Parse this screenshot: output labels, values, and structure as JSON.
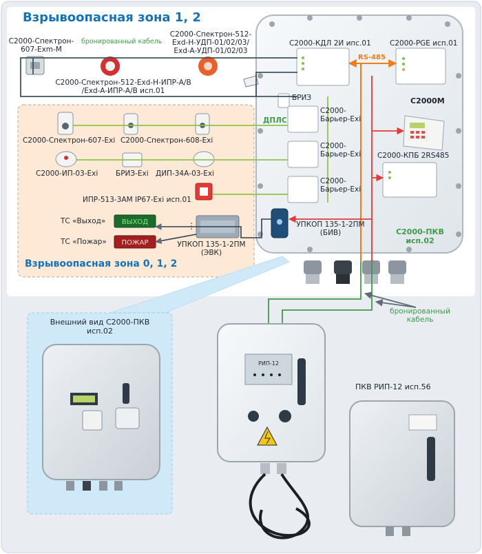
{
  "zones": {
    "top_title": "Взрывоопасная зона 1, 2",
    "bottom_title": "Взрывоопасная зона 0, 1, 2"
  },
  "devices": {
    "spektron607_m": "С2000-Спектрон-\n607-Exm-M",
    "armored_cable_top": "бронированный кабель",
    "spektron512_top": "С2000-Спектрон-512-\nExd-H-УДП-01/02/03/\nExd-A-УДП-01/02/03",
    "spektron512_mid": "С2000-Спектрон-512-Exd-H-ИПР-А/В\n/Exd-A-ИПР-А/В исп.01",
    "kdl": "С2000-КДЛ 2И ипс.01",
    "pge": "С2000-PGE исп.01",
    "rs485": "RS-485",
    "briz_top": "БРИЗ",
    "dpls": "ДПЛС",
    "barrier1": "С2000-\nБарьер-Exi",
    "barrier2": "С2000-\nБарьер-Exi",
    "barrier3": "С2000-\nБарьер-Exi",
    "c2000m": "С2000М",
    "kpb": "С2000-КПБ 2RS485",
    "spektron607_exi": "С2000-Спектрон-607-Exi",
    "spektron608_exi": "С2000-Спектрон-608-Exi",
    "ip03": "С2000-ИП-03-Exi",
    "briz_exi": "БРИЗ-Exi",
    "dip34": "ДИП-34А-03-Exi",
    "ipr513": "ИПР-513-3АМ IP67-Exi  исп.01",
    "ts_exit": "ТС «Выход»",
    "ts_fire": "ТС «Пожар»",
    "sign_exit": "ВЫХОД",
    "sign_fire": "ПОЖАР",
    "dots": "⋮",
    "upkop_biv": "УПКОП 135-1-2ПМ\n(БИВ)",
    "upkop_evk": "УПКОП 135-1-2ПМ\n(ЭВК)",
    "pkv": "С2000-ПКВ\nисп.02",
    "armored_cable_bottom": "бронированный\nкабель",
    "exterior_title": "Внешний вид С2000-ПКВ\nисп.02",
    "rip12_label": "ПКВ РИП-12 исп.56",
    "rip12_panel": "РИП-12"
  },
  "colors": {
    "title_blue": "#1473b8",
    "green_line": "#8cc63f",
    "orange": "#ef7d1a",
    "red": "#e53935",
    "dark_line": "#2c3e50",
    "zone_fill": "#fde9d6",
    "inset_fill": "#cfe9f8"
  }
}
